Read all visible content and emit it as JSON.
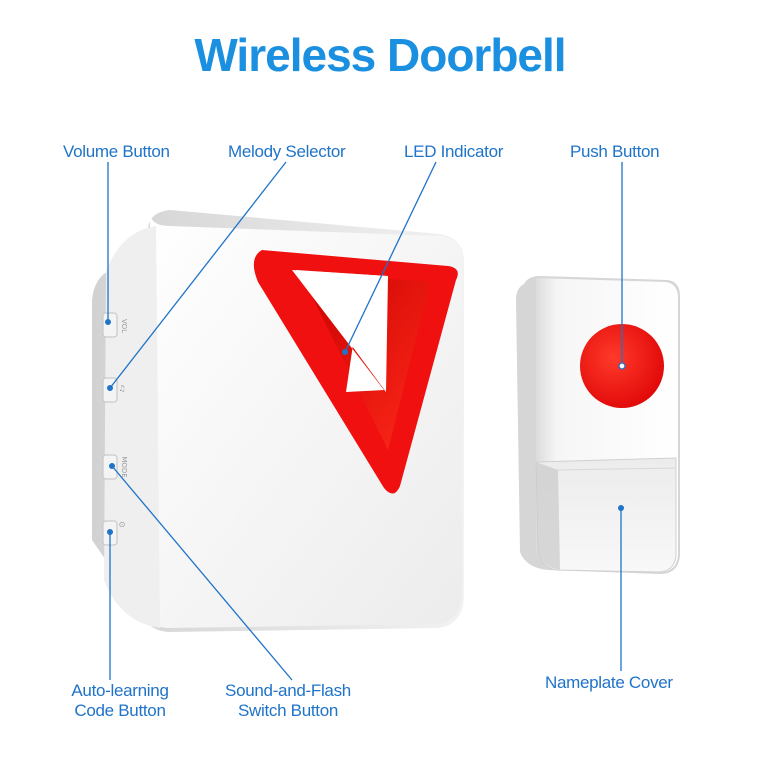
{
  "title": "Wireless Doorbell",
  "labels": {
    "volume_button": "Volume Button",
    "melody_selector": "Melody Selector",
    "led_indicator": "LED Indicator",
    "push_button": "Push Button",
    "auto_learning_line1": "Auto-learning",
    "auto_learning_line2": "Code Button",
    "sound_flash_line1": "Sound-and-Flash",
    "sound_flash_line2": "Switch Button",
    "nameplate_cover": "Nameplate Cover"
  },
  "button_marks": {
    "volume": "VOL",
    "melody": "♫",
    "mode": "MODE",
    "learn": "⊙"
  },
  "colors": {
    "accent": "#1b8fe0",
    "callout": "#1f73c9",
    "led_red": "#f01010",
    "body_white": "#f7f7f7"
  }
}
